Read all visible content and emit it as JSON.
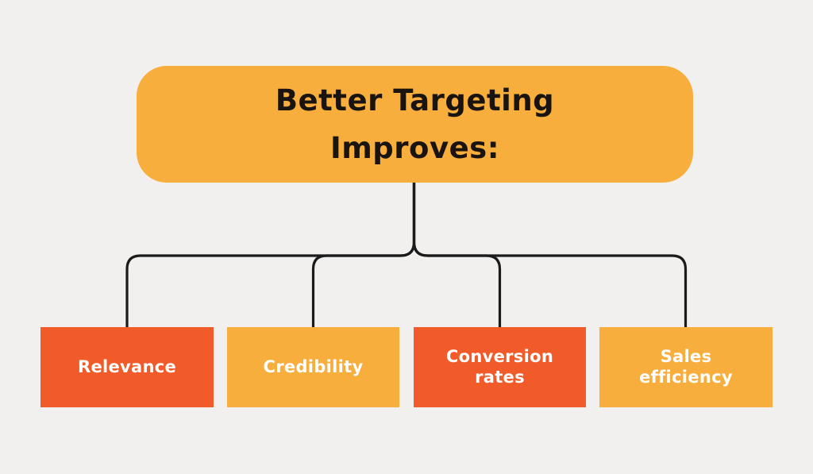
{
  "diagram": {
    "background_color": "#f1f0ee",
    "line_color": "#1b1b1b",
    "root": {
      "title_line1": "Better Targeting",
      "title_line2": "Improves:",
      "fill_color": "#f8ae3d",
      "text_color": "#1a1410"
    },
    "children": [
      {
        "label": "Relevance",
        "fill_color": "#f15a29",
        "text_color": "#ffffff"
      },
      {
        "label": "Credibility",
        "fill_color": "#f8ae3d",
        "text_color": "#ffffff"
      },
      {
        "label": "Conversion\nrates",
        "fill_color": "#f15a29",
        "text_color": "#ffffff"
      },
      {
        "label": "Sales\nefficiency",
        "fill_color": "#f8ae3d",
        "text_color": "#ffffff"
      }
    ]
  }
}
